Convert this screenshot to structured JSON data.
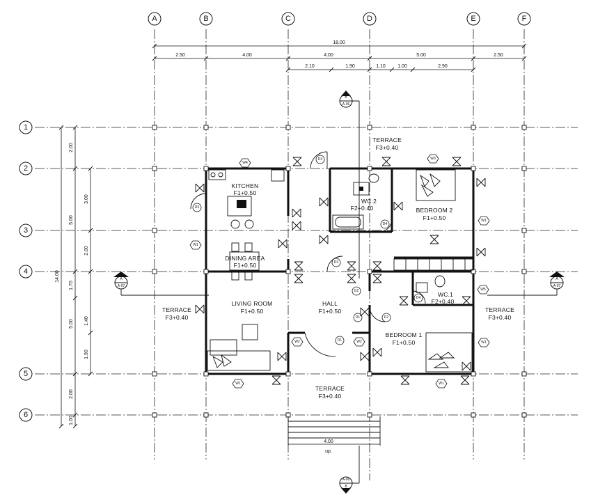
{
  "grid_axes": {
    "columns": [
      "A",
      "B",
      "C",
      "D",
      "E",
      "F"
    ],
    "rows": [
      "1",
      "2",
      "3",
      "4",
      "5",
      "6"
    ]
  },
  "dimensions": {
    "overall_width": "18.00",
    "column_spans": [
      "2.50",
      "4.00",
      "4.00",
      "5.00",
      "2.50"
    ],
    "sub_spans": [
      "2.10",
      "1.90",
      "1.10",
      "1.00",
      "2.90"
    ],
    "overall_depth": "14.00",
    "row_spans": [
      "2.00",
      "5.00",
      "1.70",
      "5.00",
      "2.00",
      "1.00"
    ],
    "inner_spans": [
      "3.00",
      "2.00",
      "1.40",
      "1.90"
    ],
    "stair_width": "4.00"
  },
  "rooms": {
    "kitchen": {
      "name": "KITCHEN",
      "level": "F1+0.50"
    },
    "dining": {
      "name": "DINING AREA",
      "level": "F1+0.50"
    },
    "living": {
      "name": "LIVING ROOM",
      "level": "F1+0.50"
    },
    "hall": {
      "name": "HALL",
      "level": "F1+0.50"
    },
    "wc2": {
      "name": "WC.2",
      "level": "F2+0.40"
    },
    "bedroom2": {
      "name": "BEDROOM  2",
      "level": "F1+0.50"
    },
    "wc1": {
      "name": "WC.1",
      "level": "F2+0.40"
    },
    "bedroom1": {
      "name": "BEDROOM  1",
      "level": "F1+0.50"
    },
    "terrace_top": {
      "name": "TERRACE",
      "level": "F3+0.40"
    },
    "terrace_left": {
      "name": "TERRACE",
      "level": "F3+0.40"
    },
    "terrace_right": {
      "name": "TERRACE",
      "level": "F3+0.40"
    },
    "terrace_bottom": {
      "name": "TERRACE",
      "level": "F3+0.40"
    }
  },
  "section_marks": {
    "top": {
      "letter": "B",
      "ref": "A-06"
    },
    "bottom": {
      "letter": "B",
      "ref": "A-06"
    },
    "left": {
      "letter": "A",
      "ref": "A-07"
    },
    "right": {
      "letter": "A",
      "ref": "A-07"
    }
  },
  "window_tags": [
    "W4",
    "W3",
    "W1",
    "W1",
    "W2",
    "W2",
    "W1",
    "W1",
    "W5",
    "W1"
  ],
  "door_tags": [
    "D3",
    "D3",
    "D3",
    "D4",
    "D4",
    "D2",
    "D1",
    "D1",
    "D2"
  ],
  "stair_label": "up."
}
